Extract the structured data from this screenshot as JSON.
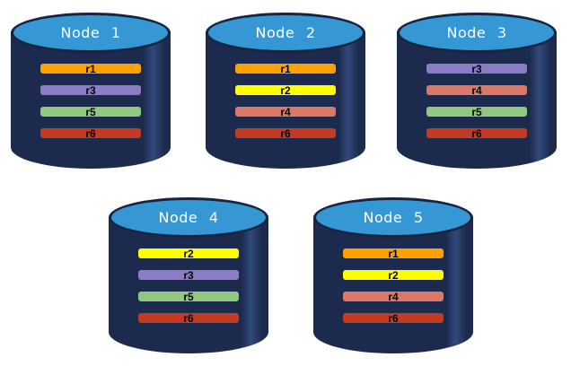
{
  "diagram": {
    "description": "Five database nodes, each storing four replicated partitions"
  },
  "colors": {
    "background": "#FFFFFF",
    "cylinder_body": "#1C2B4D",
    "cylinder_body_highlight": "#32497A",
    "cylinder_top": "#3598D4",
    "outline": "#16243F",
    "title_text": "#FFFFFF",
    "bar_text": "#000000",
    "r1": "#FFA100",
    "r2": "#FFFF00",
    "r3": "#8C7CC6",
    "r4": "#DB7868",
    "r5": "#8FC87E",
    "r6": "#C33C21"
  },
  "nodes": [
    {
      "label": "Node 1",
      "bars": [
        {
          "label": "r1",
          "color": "#FFA100"
        },
        {
          "label": "r3",
          "color": "#8C7CC6"
        },
        {
          "label": "r5",
          "color": "#8FC87E"
        },
        {
          "label": "r6",
          "color": "#C33C21"
        }
      ]
    },
    {
      "label": "Node 2",
      "bars": [
        {
          "label": "r1",
          "color": "#FFA100"
        },
        {
          "label": "r2",
          "color": "#FFFF00"
        },
        {
          "label": "r4",
          "color": "#DB7868"
        },
        {
          "label": "r6",
          "color": "#C33C21"
        }
      ]
    },
    {
      "label": "Node 3",
      "bars": [
        {
          "label": "r3",
          "color": "#8C7CC6"
        },
        {
          "label": "r4",
          "color": "#DB7868"
        },
        {
          "label": "r5",
          "color": "#8FC87E"
        },
        {
          "label": "r6",
          "color": "#C33C21"
        }
      ]
    },
    {
      "label": "Node 4",
      "bars": [
        {
          "label": "r2",
          "color": "#FFFF00"
        },
        {
          "label": "r3",
          "color": "#8C7CC6"
        },
        {
          "label": "r5",
          "color": "#8FC87E"
        },
        {
          "label": "r6",
          "color": "#C33C21"
        }
      ]
    },
    {
      "label": "Node 5",
      "bars": [
        {
          "label": "r1",
          "color": "#FFA100"
        },
        {
          "label": "r2",
          "color": "#FFFF00"
        },
        {
          "label": "r4",
          "color": "#DB7868"
        },
        {
          "label": "r6",
          "color": "#C33C21"
        }
      ]
    }
  ]
}
